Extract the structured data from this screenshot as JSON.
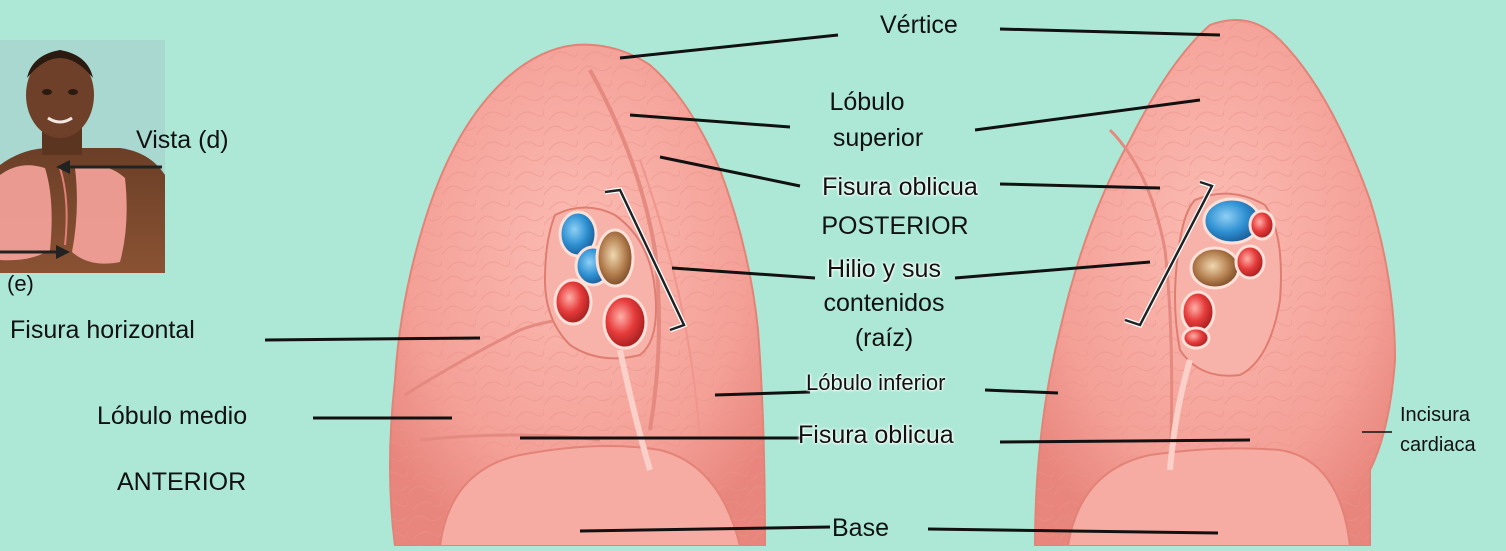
{
  "labels": {
    "apex": "Vértice",
    "upper_lobe_1": "Lóbulo",
    "upper_lobe_2": "superior",
    "oblique_fissure_top": "Fisura oblicua",
    "posterior": "POSTERIOR",
    "hilum_1": "Hilio y sus",
    "hilum_2": "contenidos",
    "hilum_3": "(raíz)",
    "lower_lobe": "Lóbulo inferior",
    "oblique_fissure_bottom": "Fisura oblicua",
    "base": "Base",
    "horizontal_fissure": "Fisura horizontal",
    "middle_lobe": "Lóbulo medio",
    "anterior": "ANTERIOR",
    "cardiac_notch_1": "Incisura",
    "cardiac_notch_2": "cardiaca",
    "view_d": "Vista (d)",
    "view_e": "(e)"
  },
  "colors": {
    "background": "#ade8d6",
    "lung": "#f4a29a",
    "lung_light": "#fbc1b8",
    "artery": "#2d8fd1",
    "vein": "#e63b3b",
    "bronchus": "#b07a4a",
    "leader_line": "#111111"
  }
}
